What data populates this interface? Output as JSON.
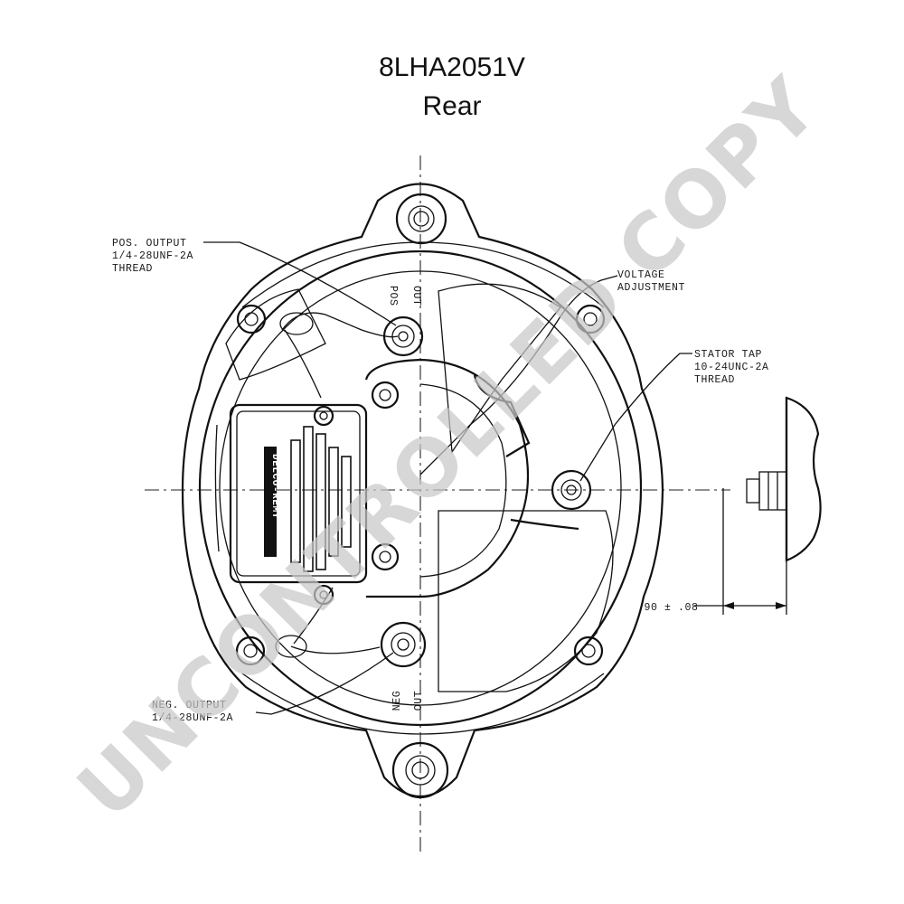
{
  "title": "8LHA2051V",
  "subtitle": "Rear",
  "callouts": {
    "pos_output": [
      "POS. OUTPUT",
      "1/4-28UNF-2A",
      "THREAD"
    ],
    "voltage_adjustment": [
      "VOLTAGE",
      "ADJUSTMENT"
    ],
    "stator_tap": [
      "STATOR TAP",
      "10-24UNC-2A",
      "THREAD"
    ],
    "neg_output": [
      "NEG. OUTPUT",
      "1/4-28UNF-2A"
    ]
  },
  "terminal_marks": {
    "pos_out": [
      "POS",
      "OUT"
    ],
    "neg_out": [
      "NEG",
      "OUT"
    ]
  },
  "dimension": ".90 ± .08",
  "regulator_brand": "DELCO-REMY",
  "watermark": "UNCONTROLLED COPY"
}
